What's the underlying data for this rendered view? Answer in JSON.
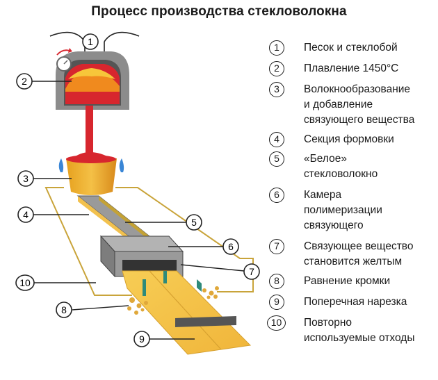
{
  "title": "Процесс производства стекловолокна",
  "callout_numbers": [
    "1",
    "2",
    "3",
    "4",
    "5",
    "6",
    "7",
    "8",
    "9",
    "10"
  ],
  "legend": [
    {
      "num": "1",
      "text": "Песок и стеклобой"
    },
    {
      "num": "2",
      "text": "Плавление 1450°C"
    },
    {
      "num": "3",
      "text": "Волокнообразование\nи добавление\nсвязующего вещества"
    },
    {
      "num": "4",
      "text": "Секция формовки"
    },
    {
      "num": "5",
      "text": "«Белое»\nстекловолокно"
    },
    {
      "num": "6",
      "text": "Камера\nполимеризации\nсвязующего"
    },
    {
      "num": "7",
      "text": "Связующее вещество\nстановится желтым"
    },
    {
      "num": "8",
      "text": "Равнение кромки"
    },
    {
      "num": "9",
      "text": "Поперечная нарезка"
    },
    {
      "num": "10",
      "text": "Повторно\nиспользуемые отходы"
    }
  ],
  "colors": {
    "furnace_gray": "#8c8c8c",
    "molten_red": "#d7262e",
    "molten_orange": "#f08a1e",
    "molten_yellow": "#f7c63a",
    "burner_blue": "#3a86d6",
    "fiber_yellow": "#f2c14e",
    "product_amber": "#f5c247",
    "chamber_gray": "#9a9a9a",
    "recycle_line": "#c9a43a"
  }
}
